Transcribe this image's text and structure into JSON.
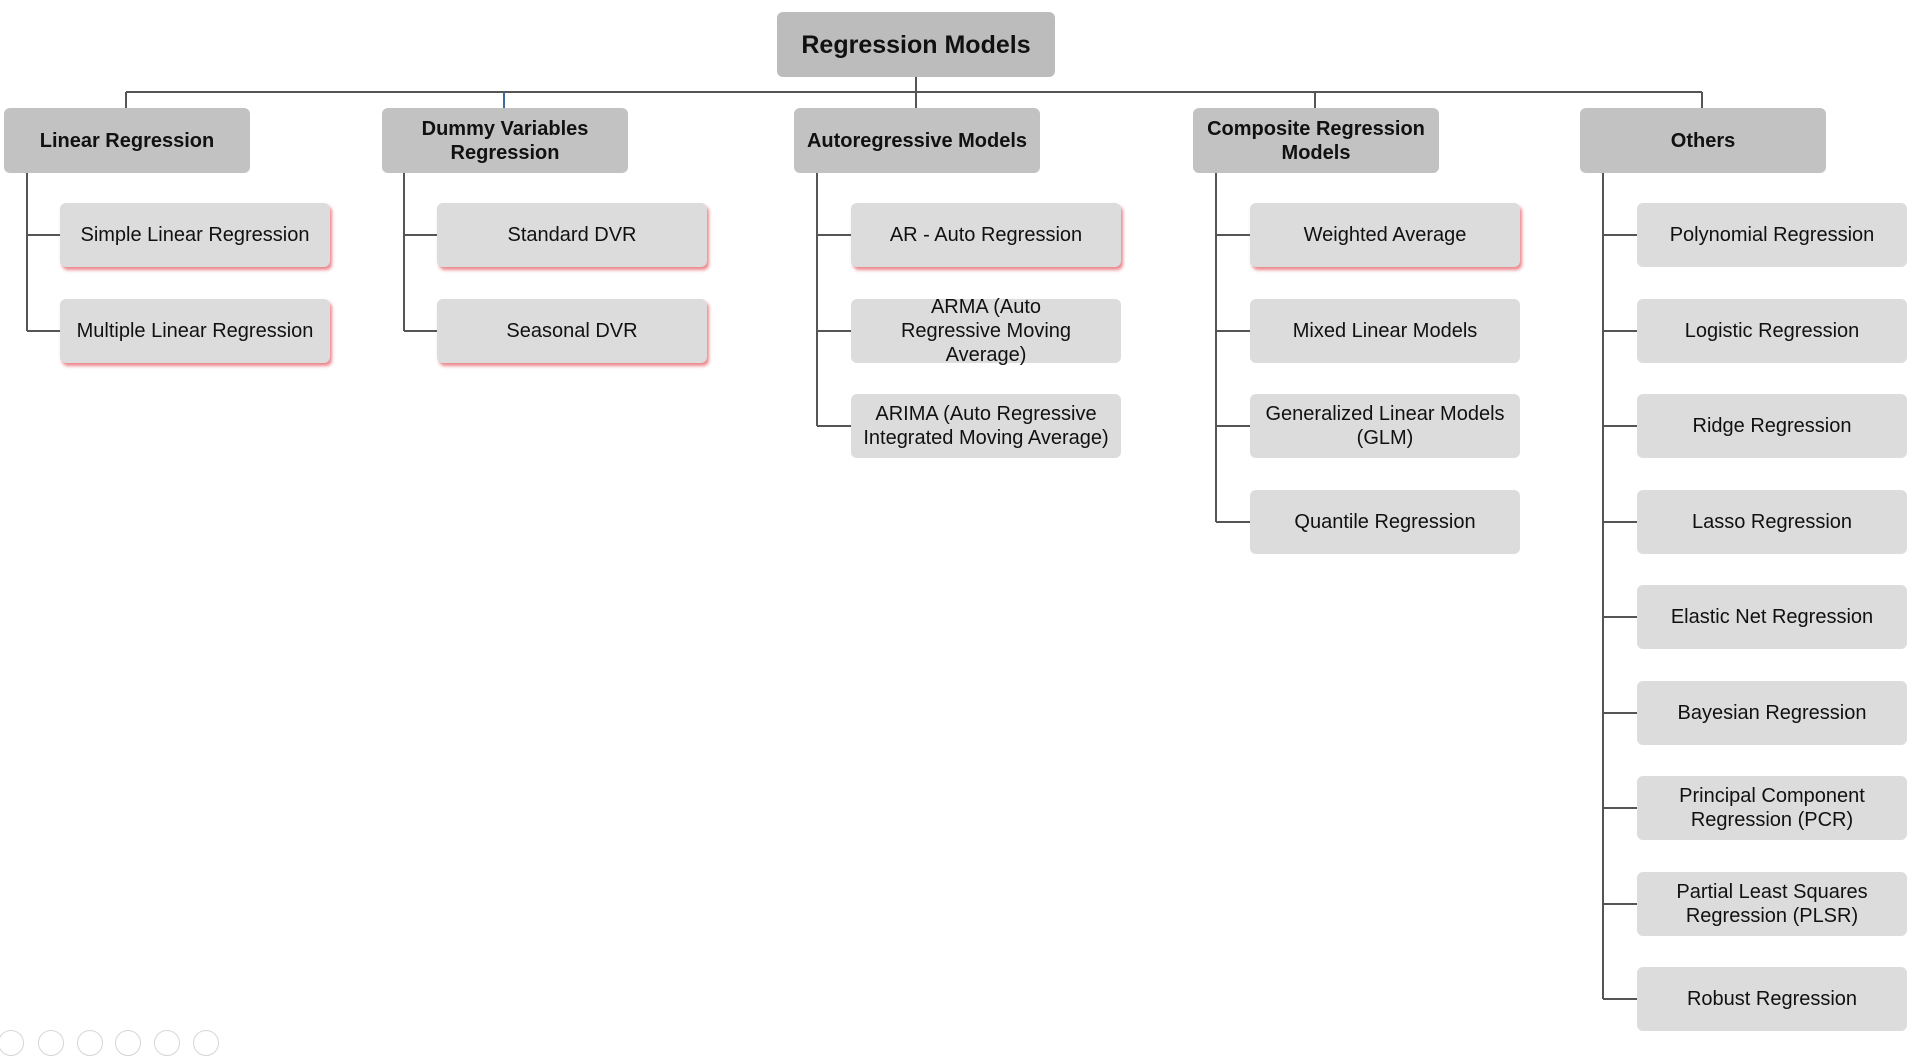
{
  "title": "Regression Models",
  "categories": [
    {
      "label": "Linear Regression",
      "items": [
        "Simple Linear Regression",
        "Multiple Linear Regression"
      ]
    },
    {
      "label": "Dummy Variables Regression",
      "items": [
        "Standard DVR",
        "Seasonal DVR"
      ]
    },
    {
      "label": "Autoregressive Models",
      "items": [
        "AR - Auto Regression",
        "ARMA (Auto Regressive Moving Average)",
        "ARIMA (Auto Regressive Integrated Moving Average)"
      ]
    },
    {
      "label": "Composite Regression Models",
      "items": [
        "Weighted Average",
        "Mixed Linear Models",
        "Generalized Linear Models (GLM)",
        "Quantile Regression"
      ]
    },
    {
      "label": "Others",
      "items": [
        "Polynomial Regression",
        "Logistic Regression",
        "Ridge Regression",
        "Lasso Regression",
        "Elastic Net Regression",
        "Bayesian Regression",
        "Principal Component Regression (PCR)",
        "Partial Least Squares Regression (PLSR)",
        "Robust Regression"
      ]
    }
  ],
  "colors": {
    "root_fill": "#bcbcbc",
    "category_fill": "#c2c2c2",
    "item_fill": "#dcdcdc",
    "connector": "#555555",
    "shadow_accent": "#e14650"
  }
}
